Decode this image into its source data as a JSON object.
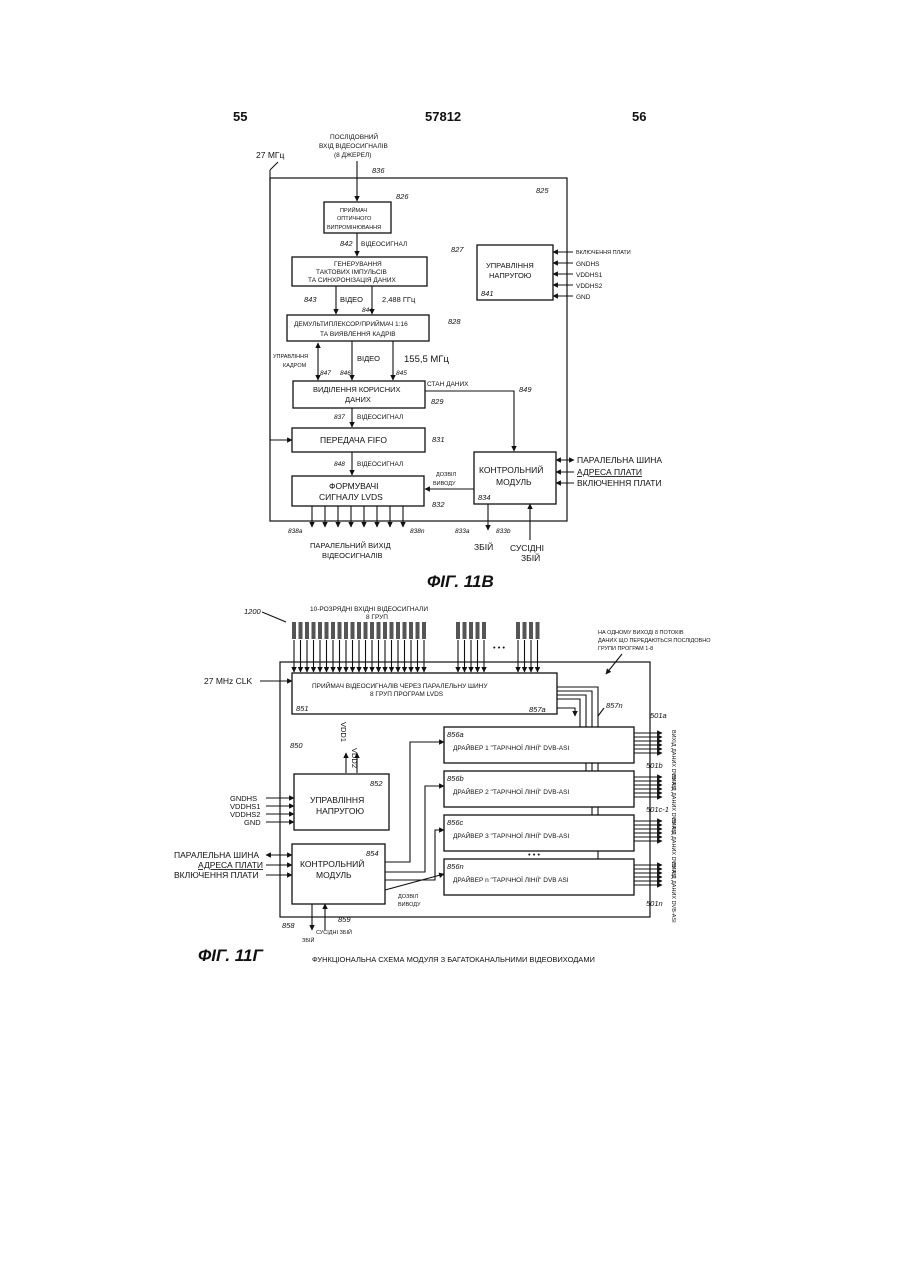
{
  "header": {
    "left": "55",
    "center": "57812",
    "right": "56"
  },
  "fig11b": {
    "caption": "ФІГ. 11В",
    "clk": "27 МГц",
    "input_l1": "ПОСЛІДОВНИЙ",
    "input_l2": "ВХІД ВІДЕОСИГНАЛІВ",
    "input_l3": "(8 ДЖЕРЕЛ)",
    "ref_836": "836",
    "ref_825": "825",
    "b826": {
      "ref": "826",
      "l1": "ПРИЙМАЧ",
      "l2": "ОПТИЧНОГО",
      "l3": "ВИПРОМІНЮВАННЯ"
    },
    "sig_842": "842",
    "sig_842_label": "ВІДЕОСИГНАЛ",
    "b827": {
      "ref": "827",
      "l1": "ГЕНЕРУВАННЯ",
      "l2": "ТАКТОВИХ ІМПУЛЬСІВ",
      "l3": "ТА СИНХРОНІЗАЦІЯ ДАНИХ"
    },
    "sig_843": "843",
    "sig_843_label": "ВІДЕО",
    "sig_844": "844",
    "sig_844_label": "2,488 ГГц",
    "b828": {
      "ref": "828",
      "l1": "ДЕМУЛЬТИПЛЕКСОР/ПРИЙМАЧ 1:16",
      "l2": "ТА ВИЯВЛЕННЯ КАДРІВ"
    },
    "sig_847": "847",
    "sig_847_label_l1": "УПРАВЛІННЯ",
    "sig_847_label_l2": "КАДРОМ",
    "sig_846": "846",
    "sig_846_label": "ВІДЕО",
    "sig_845": "845",
    "sig_845_label": "155,5 МГц",
    "b829": {
      "ref": "829",
      "l1": "ВИДІЛЕННЯ КОРИСНИХ",
      "l2": "ДАНИХ"
    },
    "status_label": "СТАН ДАНИХ",
    "ref_849": "849",
    "sig_837": "837",
    "sig_837_label": "ВІДЕОСИГНАЛ",
    "b831": {
      "ref": "831",
      "l1": "ПЕРЕДАЧА FIFO"
    },
    "sig_848": "848",
    "sig_848_label": "ВІДЕОСИГНАЛ",
    "b832": {
      "ref": "832",
      "l1": "ФОРМУВАЧІ",
      "l2": "СИГНАЛУ LVDS"
    },
    "enable_l1": "ДОЗВІЛ",
    "enable_l2": "ВИВОДУ",
    "b834": {
      "ref": "834",
      "l1": "КОНТРОЛЬНИЙ",
      "l2": "МОДУЛЬ"
    },
    "b841": {
      "ref": "841",
      "l1": "УПРАВЛІННЯ",
      "l2": "НАПРУГОЮ"
    },
    "pwr_in": [
      "ВКЛЮЧЕННЯ ПЛАТИ",
      "GNDHS",
      "VDDHS1",
      "VDDHS2",
      "GND"
    ],
    "right_bus": [
      "ПАРАЛЕЛЬНА ШИНА",
      "АДРЕСА ПЛАТИ",
      "ВКЛЮЧЕННЯ ПЛАТИ"
    ],
    "out_838a": "838a",
    "out_838n": "838n",
    "out_label_l1": "ПАРАЛЕЛЬНИЙ ВИХІД",
    "out_label_l2": "ВІДЕОСИГНАЛІВ",
    "ref_833a": "833a",
    "ref_833b": "833b",
    "fail": "ЗБІЙ",
    "neighbor_l1": "СУСІДНІ",
    "neighbor_l2": "ЗБІЙ"
  },
  "fig11g": {
    "caption": "ФІГ. 11Г",
    "title": "ФУНКЦІОНАЛЬНА СХЕМА МОДУЛЯ З БАГАТОКАНАЛЬНИМИ ВІДЕОВИХОДАМИ",
    "ref_1200": "1200",
    "inputs_l1": "10-РОЗРЯДНІ ВХІДНІ ВІДЕОСИГНАЛИ",
    "inputs_l2": "8 ГРУП",
    "note_l1": "НА ОДНОМУ ВИХОДІ 8 ПОТОКІВ",
    "note_l2": "ДАНИХ  ЩО ПЕРЕДАЮТЬСЯ ПОСЛІДОВНО",
    "note_l3": "ГРУПИ  ПРОГРАМ 1-8",
    "clk": "27 MHz CLK",
    "b851": {
      "ref": "851",
      "l1": "ПРИЙМАЧ ВІДЕОСИГНАЛІВ ЧЕРЕЗ ПАРАЛЕЛЬНУ ШИНУ",
      "l2": "8 ГРУП ПРОГРАМ LVDS"
    },
    "ref_857a": "857a",
    "ref_857n": "857n",
    "ref_850": "850",
    "vdd2": "VDD2",
    "vdd1": "VDD1",
    "b852": {
      "ref": "852",
      "l1": "УПРАВЛІННЯ",
      "l2": "НАПРУГОЮ"
    },
    "pwr_in": [
      "GNDHS",
      "VDDHS1",
      "VDDHS2",
      "GND"
    ],
    "b854": {
      "ref": "854",
      "l1": "КОНТРОЛЬНИЙ",
      "l2": "МОДУЛЬ"
    },
    "bus_in": [
      "ПАРАЛЕЛЬНА ШИНА",
      "АДРЕСА ПЛАТИ",
      "ВКЛЮЧЕННЯ ПЛАТИ"
    ],
    "drivers": [
      {
        "ref": "856a",
        "label": "ДРАЙВЕР 1 \"ТАРІЧНОЇ ЛІНІЇ\" DVB-ASI"
      },
      {
        "ref": "856b",
        "label": "ДРАЙВЕР 2 \"ТАРІЧНОЇ ЛІНІЇ\" DVB-ASI"
      },
      {
        "ref": "856c",
        "label": "ДРАЙВЕР 3 \"ТАРІЧНОЇ ЛІНІЇ\" DVB-ASI"
      },
      {
        "ref": "856n",
        "label": "ДРАЙВЕР n \"ТАРІЧНОЇ ЛІНІЇ\" DVB ASI"
      }
    ],
    "out_refs": [
      "501a",
      "501b",
      "501c-1",
      "501n"
    ],
    "out_label": "ВИХІД ДАНИХ DVB-ASI",
    "enable_l1": "ДОЗВІЛ",
    "enable_l2": "ВИВОДУ",
    "ref_858": "858",
    "ref_859": "859",
    "neighbor": "СУСІДНІ ЗБІЙ",
    "fail": "ЗБІЙ",
    "dots": "• • •"
  }
}
